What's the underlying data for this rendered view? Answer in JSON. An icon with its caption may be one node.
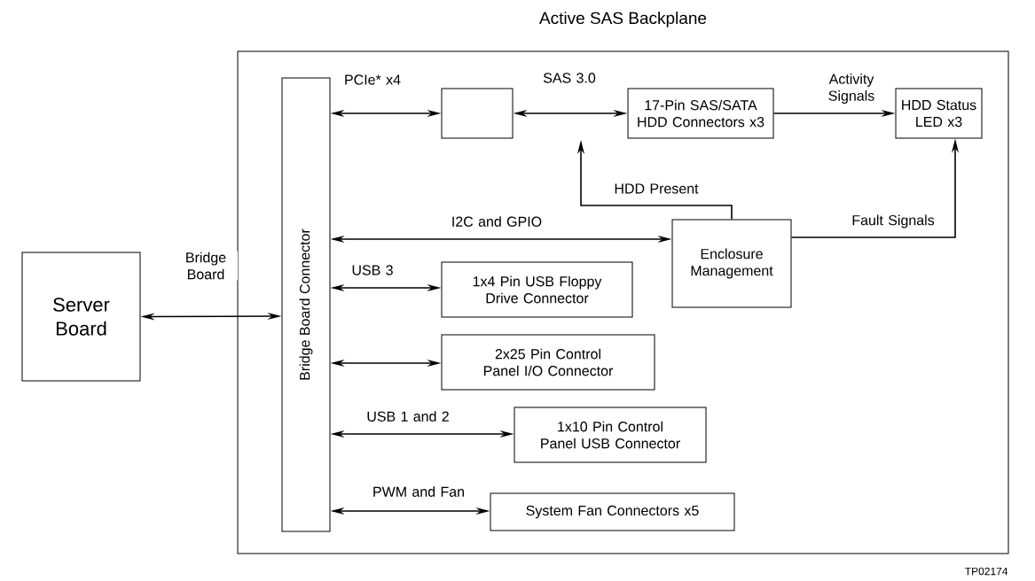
{
  "diagram": {
    "nodes": [
      {
        "text": [
          "Active SAS Backplane"
        ]
      },
      {
        "text": [
          "Server Board"
        ]
      },
      {
        "text": [
          "Bridge Board Connector"
        ],
        "in": 0
      },
      {
        "text": [],
        "shape": "box",
        "in": 0
      },
      {
        "text": [
          "17-Pin SAS/SATA HDD Connectors x3"
        ],
        "in": 0
      },
      {
        "text": [
          "HDD Status LED x3"
        ],
        "in": 0
      },
      {
        "text": [
          "Enclosure Management"
        ],
        "in": 0
      },
      {
        "text": [
          "1x4 Pin USB Floppy Drive Connector"
        ],
        "in": 0
      },
      {
        "text": [
          "2x25 Pin Control Panel I/O Connector"
        ],
        "in": 0
      },
      {
        "text": [
          "1x10 Pin Control Panel USB Connector"
        ],
        "in": 0
      },
      {
        "text": [
          "System Fan Connectors x5"
        ],
        "in": 0
      }
    ],
    "edges": [
      {
        "from": 1,
        "to": 2,
        "arrow": "both",
        "label": "Bridge Board"
      },
      {
        "from": 2,
        "to": 3,
        "arrow": "both",
        "label": "PCIe* x4"
      },
      {
        "from": 3,
        "to": 4,
        "arrow": "both",
        "label": "SAS 3.0"
      },
      {
        "from": 4,
        "to": 5,
        "arrow": "to",
        "label": "Activity Signals"
      },
      {
        "from": 6,
        "to": null,
        "arrow": "to",
        "label": "HDD Present"
      },
      {
        "from": 2,
        "to": 6,
        "arrow": "both",
        "label": "I2C and GPIO"
      },
      {
        "from": 6,
        "to": 5,
        "arrow": "to",
        "label": "Fault Signals"
      },
      {
        "from": 2,
        "to": 7,
        "arrow": "both",
        "label": "USB 3"
      },
      {
        "from": 2,
        "to": 8,
        "arrow": "both"
      },
      {
        "from": 2,
        "to": 9,
        "arrow": "both",
        "label": "USB 1 and 2"
      },
      {
        "from": 2,
        "to": 10,
        "arrow": "both",
        "label": "PWM and Fan"
      }
    ],
    "labels": [
      "TP02174"
    ]
  }
}
